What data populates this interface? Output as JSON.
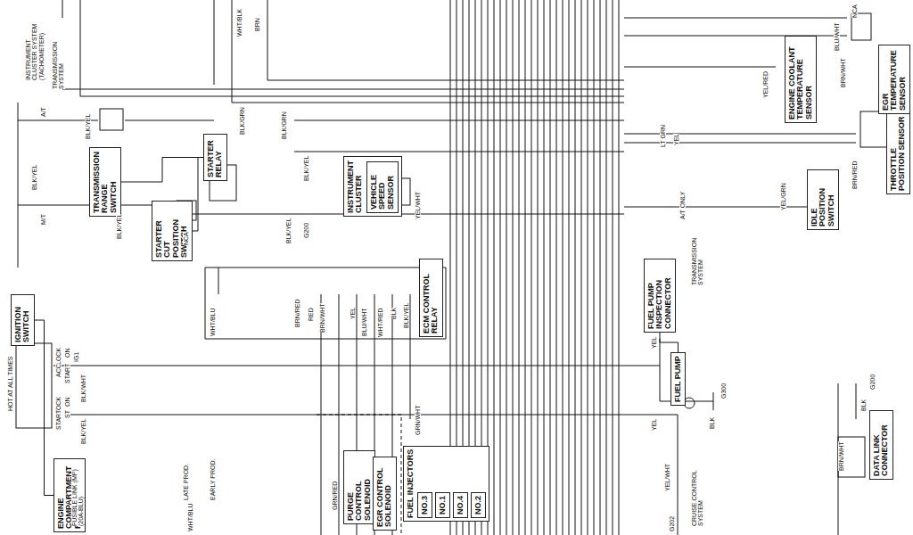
{
  "diagram": {
    "nodes": [
      {
        "text": [
          "TRANSMISSION RANGE SWITCH"
        ]
      },
      {
        "text": [
          "STARTER RELAY"
        ]
      },
      {
        "text": [
          "STARTER CUT POSITION SWITCH"
        ]
      },
      {
        "text": [
          "INSTRUMENT CLUSTER"
        ]
      },
      {
        "text": [
          "VEHICLE SPEED SENSOR"
        ],
        "in": 3
      },
      {
        "text": [
          "ECM CONTROL RELAY"
        ]
      },
      {
        "text": [
          "IGNITION SWITCH"
        ]
      },
      {
        "text": [
          "ENGINE COMPARTMENT RELAY BOX"
        ]
      },
      {
        "text": [
          "FUEL PUMP"
        ]
      },
      {
        "text": [
          "FUEL PUMP INSPECTION CONNECTOR"
        ]
      },
      {
        "text": [
          "PURGE CONTROL SOLENOID"
        ]
      },
      {
        "text": [
          "EGR CONTROL SOLENOID"
        ]
      },
      {
        "text": [
          "FUEL INJECTORS"
        ]
      },
      {
        "text": [
          "NO.3"
        ],
        "in": 12
      },
      {
        "text": [
          "NO.1"
        ],
        "in": 12
      },
      {
        "text": [
          "NO.4"
        ],
        "in": 12
      },
      {
        "text": [
          "NO.2"
        ],
        "in": 12
      },
      {
        "text": [
          "DATA LINK CONNECTOR"
        ]
      },
      {
        "text": [
          "IDLE POSITION SWITCH"
        ]
      },
      {
        "text": [
          "THROTTLE POSITION SENSOR"
        ]
      },
      {
        "text": [
          "ENGINE COOLANT TEMPERATURE SENSOR"
        ]
      },
      {
        "text": [
          "EGR TEMPERATURE SENSOR"
        ]
      }
    ],
    "edges": [
      {
        "from": 0,
        "to": 1,
        "arrow": "none"
      },
      {
        "from": 1,
        "to": 2,
        "arrow": "none"
      },
      {
        "from": 9,
        "to": 8,
        "arrow": "none"
      },
      {
        "from": 6,
        "to": 7,
        "arrow": "none"
      }
    ],
    "labels": [
      "INSTRUMENT CLUSTER SYSTEM (TACHOMETER)",
      "TRANSMISSION SYSTEM",
      "WHT/BLK",
      "BRN",
      "A/T",
      "BLK/YEL",
      "BLK/YEL",
      "M/T",
      "BLK/YEL",
      "NCA",
      "BLK/GRN",
      "BLK/GRN",
      "BLK/YEL",
      "BLK/YEL",
      "G200",
      "HOT AT ALL TIMES",
      "LOCK",
      "ACC",
      "ON",
      "START",
      "IG1",
      "LOCK",
      "ON",
      "START",
      "ST",
      "BLK/WHT",
      "BLK/YEL",
      "FUSIBLE LINK (MP) (20A-BLU)",
      "LATE PROD.",
      "EARLY PROD.",
      "WHT/BLU",
      "WHT/BLU",
      "BRN/RED",
      "RED",
      "BRN/WHT",
      "YEL",
      "BLU/WHT",
      "WHT/RED",
      "BLK",
      "BLK/YEL",
      "YEL/WHT",
      "YEL",
      "YEL",
      "BLK",
      "G300",
      "BLK",
      "G200",
      "BRN/WHT",
      "YEL/WHT",
      "CRUISE CONTROL SYSTEM",
      "G202",
      "LT GRN",
      "YEL",
      "A/T ONLY",
      "TRANSMISSION SYSTEM",
      "YEL/GRN",
      "BRN/RED",
      "BLU/WHT",
      "BRN/WHT",
      "YEL/RED",
      "NCA",
      "GRN/RED",
      "GRN/WHT"
    ]
  }
}
